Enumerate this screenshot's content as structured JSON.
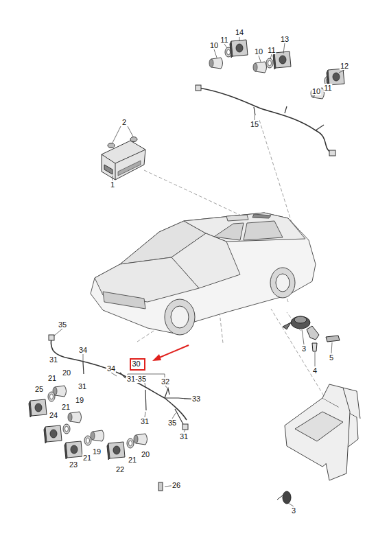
{
  "diagram": {
    "nodes": [
      {
        "text": [
          "30"
        ]
      }
    ],
    "edges": [],
    "labels": [
      "14",
      "11",
      "10",
      "13",
      "11",
      "10",
      "12",
      "11",
      "10",
      "15",
      "2",
      "1",
      "3",
      "5",
      "4",
      "35",
      "34",
      "31",
      "34",
      "31-35",
      "32",
      "31",
      "33",
      "20",
      "21",
      "25",
      "19",
      "21",
      "24",
      "31",
      "35",
      "31",
      "21",
      "19",
      "23",
      "22",
      "21",
      "20",
      "26",
      "3"
    ]
  }
}
